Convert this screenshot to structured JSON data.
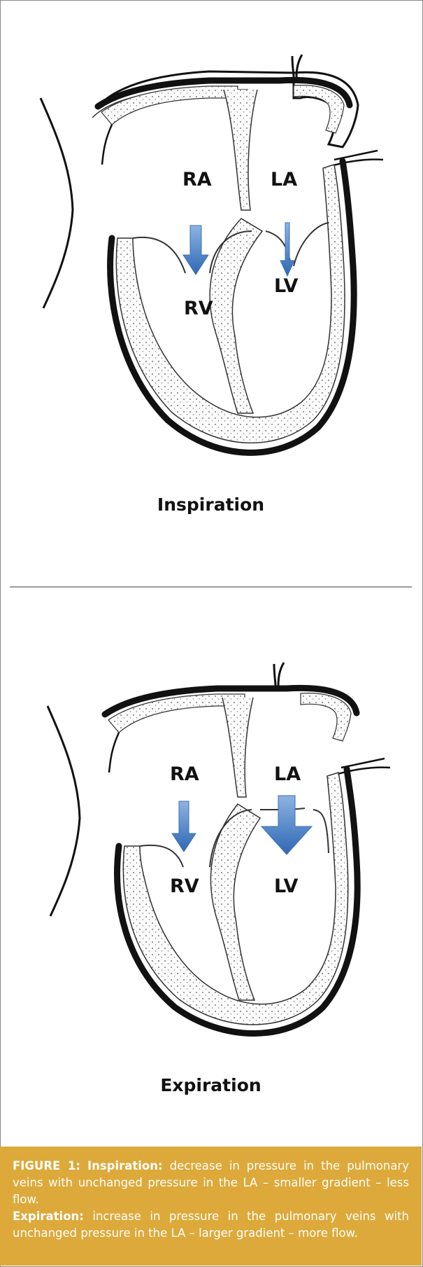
{
  "panels": {
    "top": {
      "labels": {
        "ra": "RA",
        "la": "LA",
        "rv": "RV",
        "lv": "LV"
      },
      "title": "Inspiration"
    },
    "bottom": {
      "labels": {
        "ra": "RA",
        "la": "LA",
        "rv": "RV",
        "lv": "LV"
      },
      "title": "Expiration"
    }
  },
  "caption": {
    "figure_label": "FIGURE 1:",
    "inspiration_label": "Inspiration:",
    "inspiration_text": "decrease in pressure in the pulmonary veins with unchanged pressure in the LA – smaller gradient – less flow.",
    "expiration_label": "Expiration:",
    "expiration_text": "increase in pressure in the pulmonary veins with unchanged pressure in the LA – larger gradient – more flow."
  },
  "colors": {
    "caption_background": "#dca93a",
    "arrow_blue": "#4a7fc4",
    "outline": "#111111"
  }
}
